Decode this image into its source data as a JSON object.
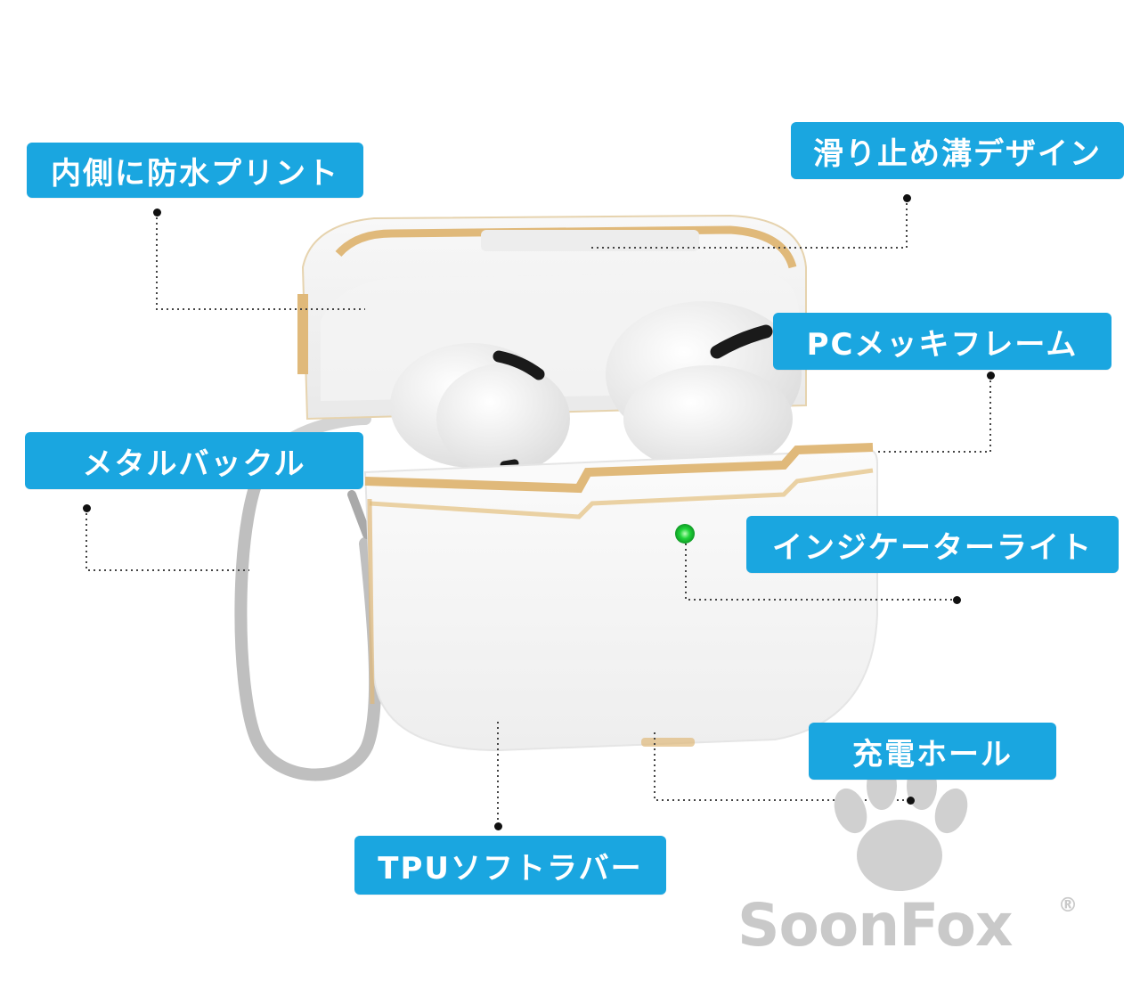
{
  "labels": {
    "inner_print": "内側に防水プリント",
    "anti_slip": "滑り止め溝デザイン",
    "pc_frame": "PCメッキフレーム",
    "metal_buckle": "メタルバックル",
    "indicator": "インジケーターライト",
    "charge_hole": "充電ホール",
    "tpu": "TPUソフトラバー"
  },
  "brand": {
    "name": "SoonFox",
    "registered": "®"
  },
  "colors": {
    "label_bg": "#1aa6e0",
    "label_text": "#ffffff",
    "gold_frame": "#e0b97a",
    "indicator_led": "#21d43a",
    "watermark": "#c9c9c9"
  },
  "icons": [
    "paw-icon"
  ]
}
